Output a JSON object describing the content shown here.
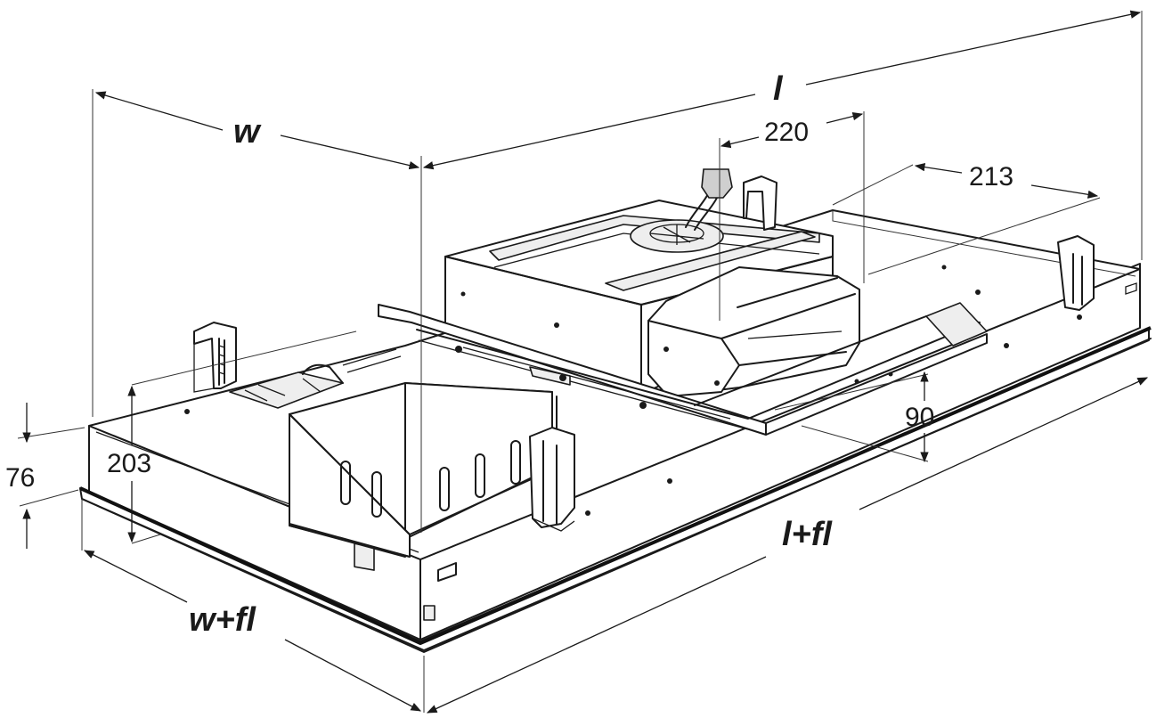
{
  "diagram": {
    "dimension_labels": {
      "length": "l",
      "width": "w",
      "duct_offset": "220",
      "duct_depth": "213",
      "panel_height": "203",
      "frame_height": "76",
      "outlet_height": "90",
      "length_with_frame": "l+fl",
      "width_with_frame": "w+fl"
    }
  }
}
